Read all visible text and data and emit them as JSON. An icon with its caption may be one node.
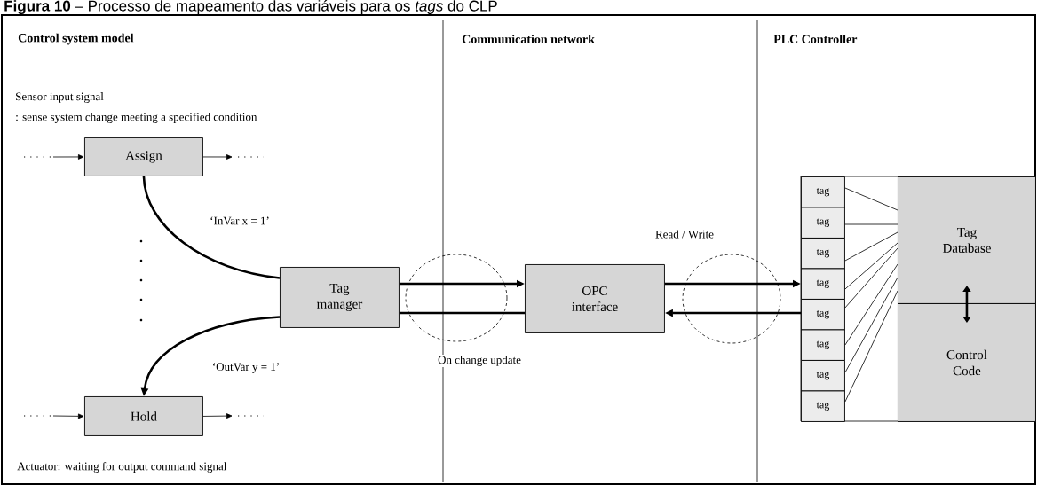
{
  "diagram": {
    "title": "**Figura 10** – Processo de mapeamento das variáveis para os *tags* do CLP",
    "nodes": [
      {
        "text": [
          "Assign"
        ]
      },
      {
        "text": [
          "Tag manager"
        ]
      },
      {
        "text": [
          "OPC interface"
        ]
      },
      {
        "text": [
          "Hold"
        ]
      },
      {
        "text": [
          "tag"
        ]
      },
      {
        "text": [
          "tag"
        ]
      },
      {
        "text": [
          "tag"
        ]
      },
      {
        "text": [
          "tag"
        ]
      },
      {
        "text": [
          "tag"
        ]
      },
      {
        "text": [
          "tag"
        ]
      },
      {
        "text": [
          "tag"
        ]
      },
      {
        "text": [
          "tag"
        ]
      },
      {
        "text": [
          "Tag Database"
        ]
      },
      {
        "text": [
          "Control Code"
        ]
      }
    ],
    "edges": [
      {
        "from": null,
        "to": 0,
        "arrow": "to"
      },
      {
        "from": 0,
        "to": null,
        "arrow": "to"
      },
      {
        "from": null,
        "to": 3,
        "arrow": "to"
      },
      {
        "from": 3,
        "to": null,
        "arrow": "to"
      },
      {
        "from": 0,
        "to": 1,
        "arrow": "none",
        "style": "thick",
        "label": "‘InVar x = 1’"
      },
      {
        "from": 1,
        "to": 3,
        "arrow": "to",
        "style": "thick",
        "label": "‘OutVar y = 1’"
      },
      {
        "from": 1,
        "to": 2,
        "arrow": "to",
        "style": "thick"
      },
      {
        "from": 2,
        "to": 1,
        "arrow": "none",
        "style": "thick"
      },
      {
        "from": 2,
        "to": 7,
        "arrow": "to",
        "style": "thick"
      },
      {
        "from": 8,
        "to": 2,
        "arrow": "to",
        "style": "thick"
      },
      {
        "from": 4,
        "to": 12,
        "arrow": "none"
      },
      {
        "from": 5,
        "to": 12,
        "arrow": "none"
      },
      {
        "from": 6,
        "to": 12,
        "arrow": "none"
      },
      {
        "from": 7,
        "to": 12,
        "arrow": "none"
      },
      {
        "from": 8,
        "to": 12,
        "arrow": "none"
      },
      {
        "from": 9,
        "to": 12,
        "arrow": "none"
      },
      {
        "from": 10,
        "to": 12,
        "arrow": "none"
      },
      {
        "from": 11,
        "to": 12,
        "arrow": "none"
      },
      {
        "from": 12,
        "to": 13,
        "arrow": "both",
        "style": "thick"
      }
    ],
    "labels": [
      "Control system model",
      "Communication network",
      "PLC Controller",
      "Sensor input signal",
      ": sense system change meeting a specified condition",
      "Read / Write",
      "On change update",
      "Actuator: waiting for output command signal"
    ]
  }
}
